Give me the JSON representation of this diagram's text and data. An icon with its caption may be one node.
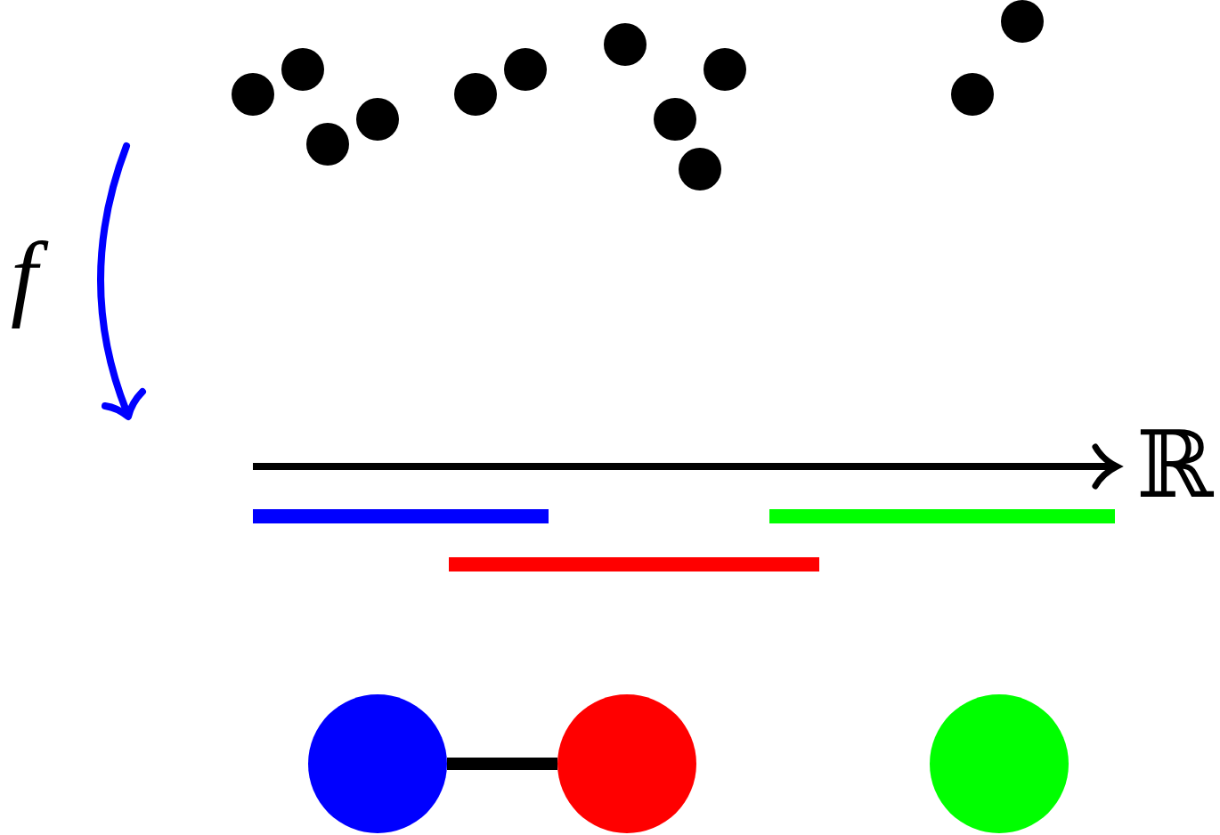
{
  "diagram": {
    "nodes": [
      {
        "text": [],
        "shape": "circle"
      },
      {
        "text": [],
        "shape": "circle"
      },
      {
        "text": [],
        "shape": "circle"
      }
    ],
    "edges": [
      {
        "from": 0,
        "to": 1,
        "arrow": "none"
      }
    ],
    "labels": [
      "f",
      "ℝ"
    ]
  }
}
